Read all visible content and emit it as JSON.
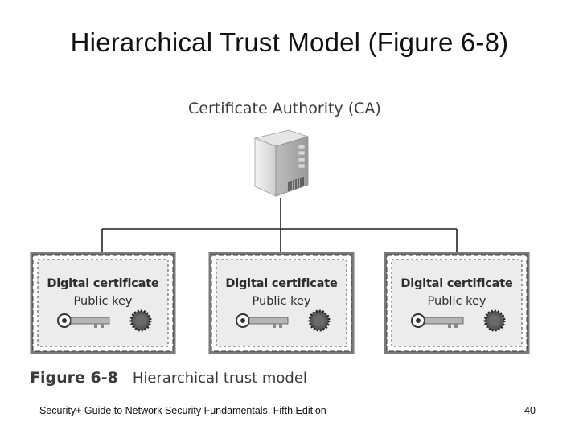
{
  "slide": {
    "title": "Hierarchical Trust Model (Figure 6-8)"
  },
  "diagram": {
    "root_label": "Certificate Authority (CA)",
    "certificates": [
      {
        "title": "Digital certificate",
        "subtitle": "Public key"
      },
      {
        "title": "Digital certificate",
        "subtitle": "Public key"
      },
      {
        "title": "Digital certificate",
        "subtitle": "Public key"
      }
    ],
    "figure_number": "Figure 6-8",
    "figure_caption": "Hierarchical trust model",
    "icons": [
      "server-icon",
      "key-icon",
      "seal-icon"
    ]
  },
  "footer": {
    "source": "Security+ Guide to Network Security Fundamentals, Fifth Edition",
    "page_number": "40"
  }
}
